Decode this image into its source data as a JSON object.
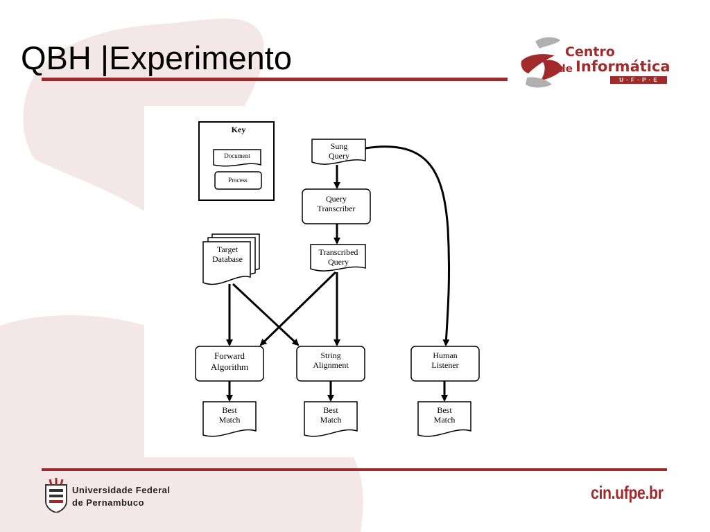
{
  "slide": {
    "title": "QBH |Experimento"
  },
  "header_logo": {
    "line1": "Centro",
    "line2_prefix": "de",
    "line2": "Informática",
    "tag": "U · F · P · E"
  },
  "footer": {
    "university_line1": "Universidade Federal",
    "university_line2": "de Pernambuco",
    "url": "cin.ufpe.br"
  },
  "colors": {
    "accent": "#9b2c2e",
    "background_shape": "#f2e6e6"
  },
  "diagram": {
    "key": {
      "title": "Key",
      "document": "Document",
      "process": "Process"
    },
    "nodes": {
      "sung_query": [
        "Sung",
        "Query"
      ],
      "query_transcriber": [
        "Query",
        "Transcriber"
      ],
      "transcribed_query": [
        "Transcribed",
        "Query"
      ],
      "target_database": [
        "Target",
        "Database"
      ],
      "forward_algorithm": [
        "Forward",
        "Algorithm"
      ],
      "string_alignment": [
        "String",
        "Alignment"
      ],
      "human_listener": [
        "Human",
        "Listener"
      ],
      "best_match_1": [
        "Best",
        "Match"
      ],
      "best_match_2": [
        "Best",
        "Match"
      ],
      "best_match_3": [
        "Best",
        "Match"
      ]
    }
  }
}
